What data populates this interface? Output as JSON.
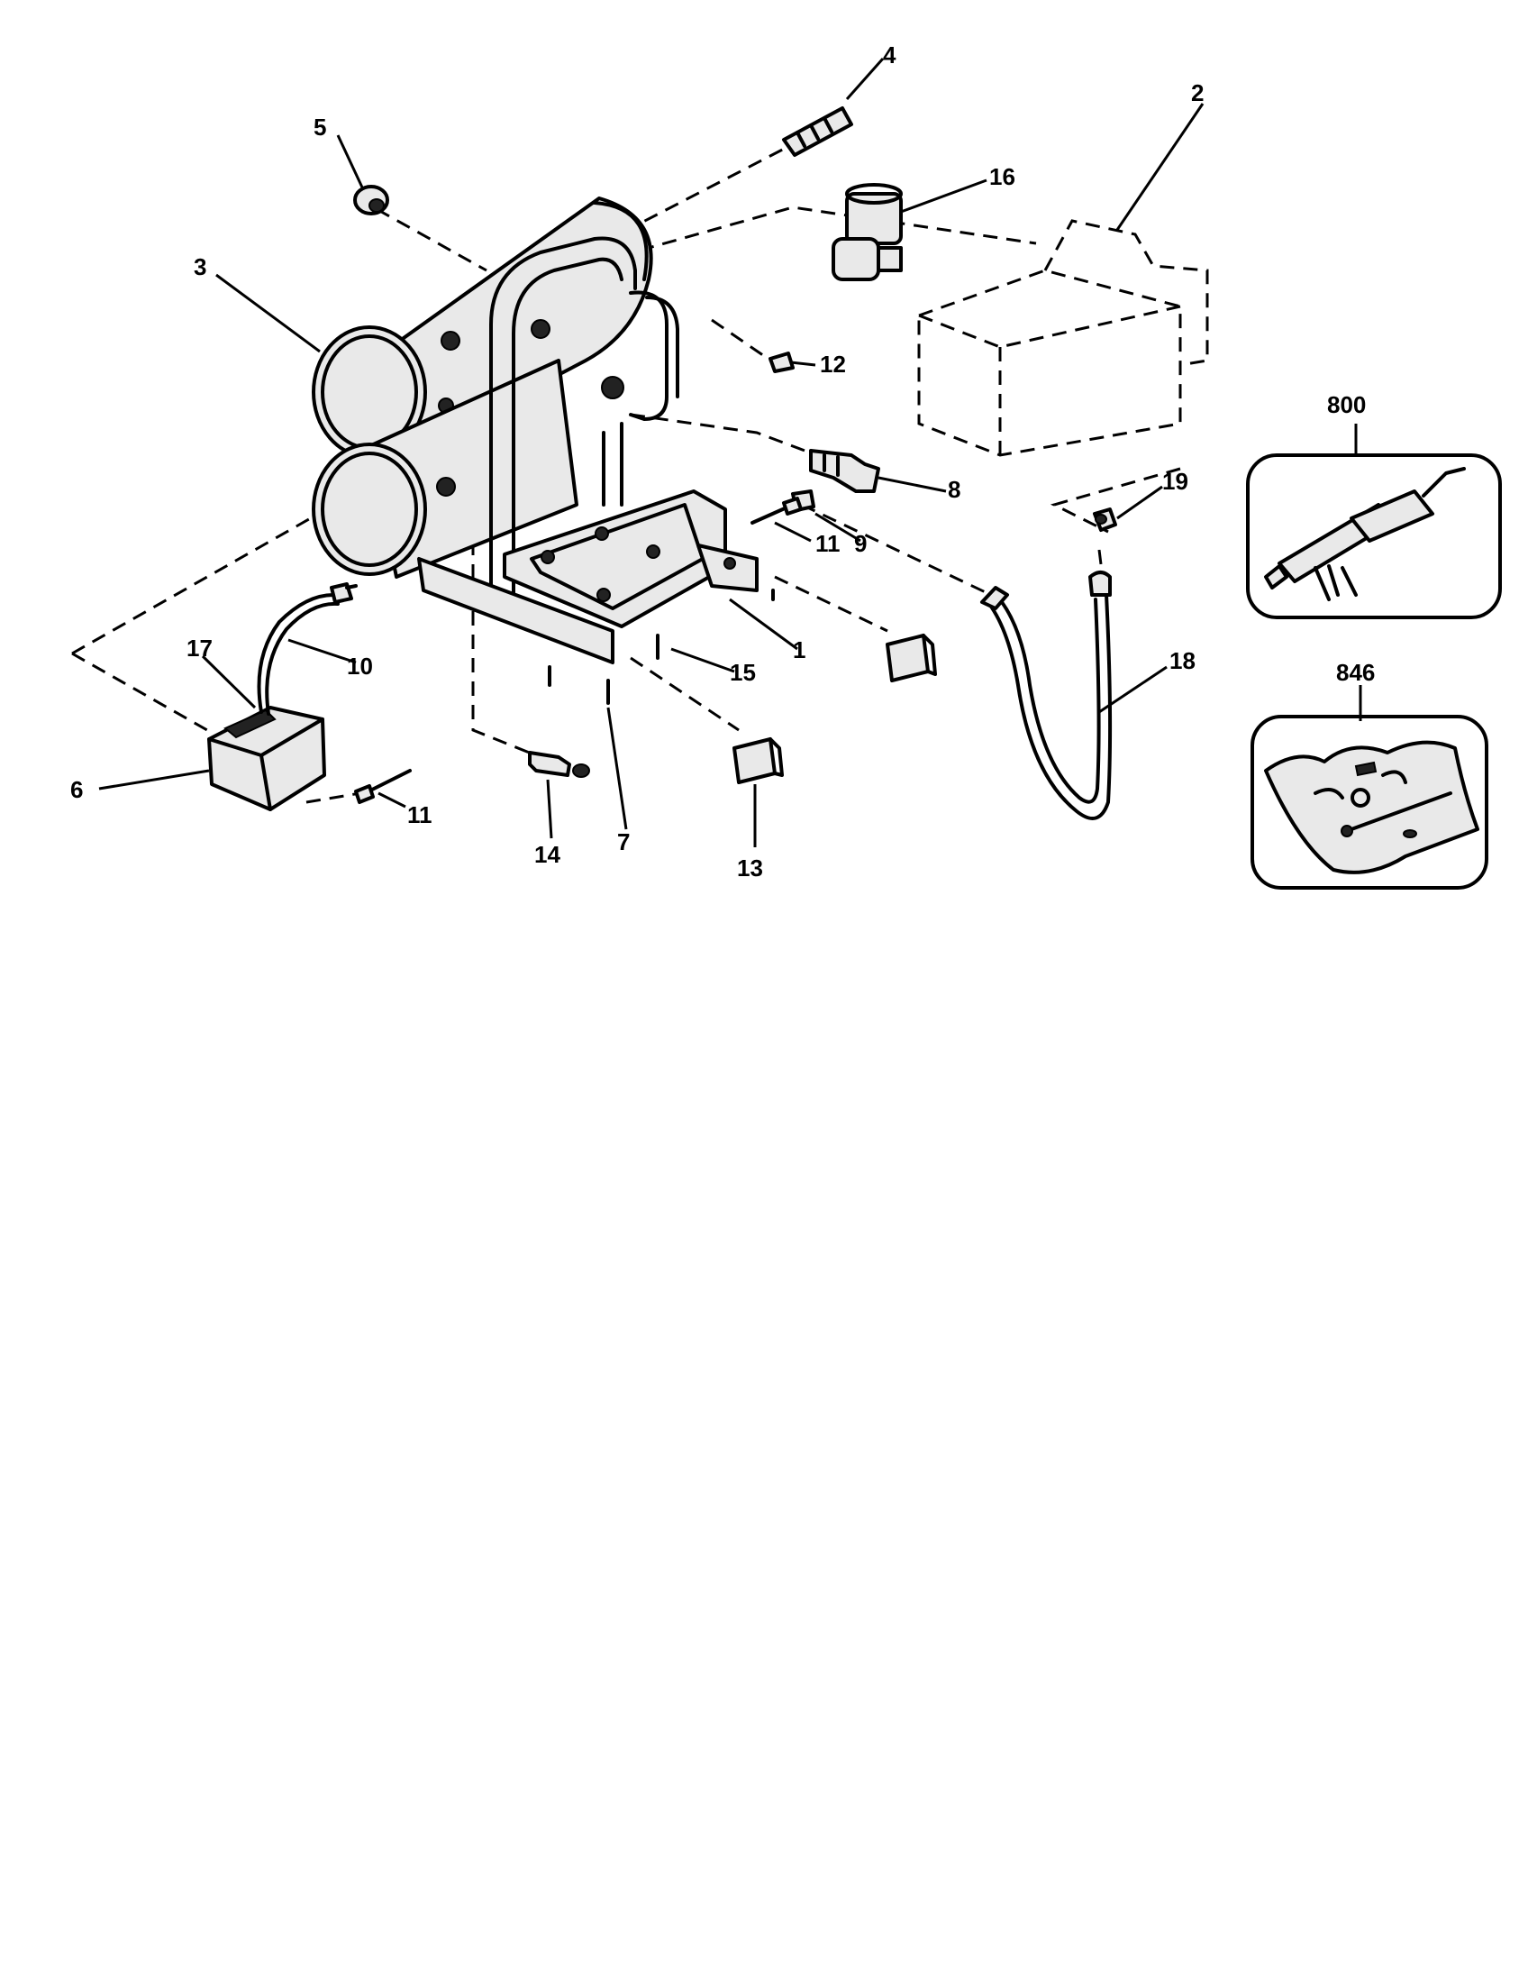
{
  "callouts": {
    "c1": "1",
    "c2": "2",
    "c3": "3",
    "c4": "4",
    "c5": "5",
    "c6": "6",
    "c7": "7",
    "c8": "8",
    "c9": "9",
    "c10": "10",
    "c11a": "11",
    "c11b": "11",
    "c12": "12",
    "c13": "13",
    "c14": "14",
    "c15": "15",
    "c16": "16",
    "c17": "17",
    "c18": "18",
    "c19": "19",
    "c800": "800",
    "c846": "846"
  }
}
